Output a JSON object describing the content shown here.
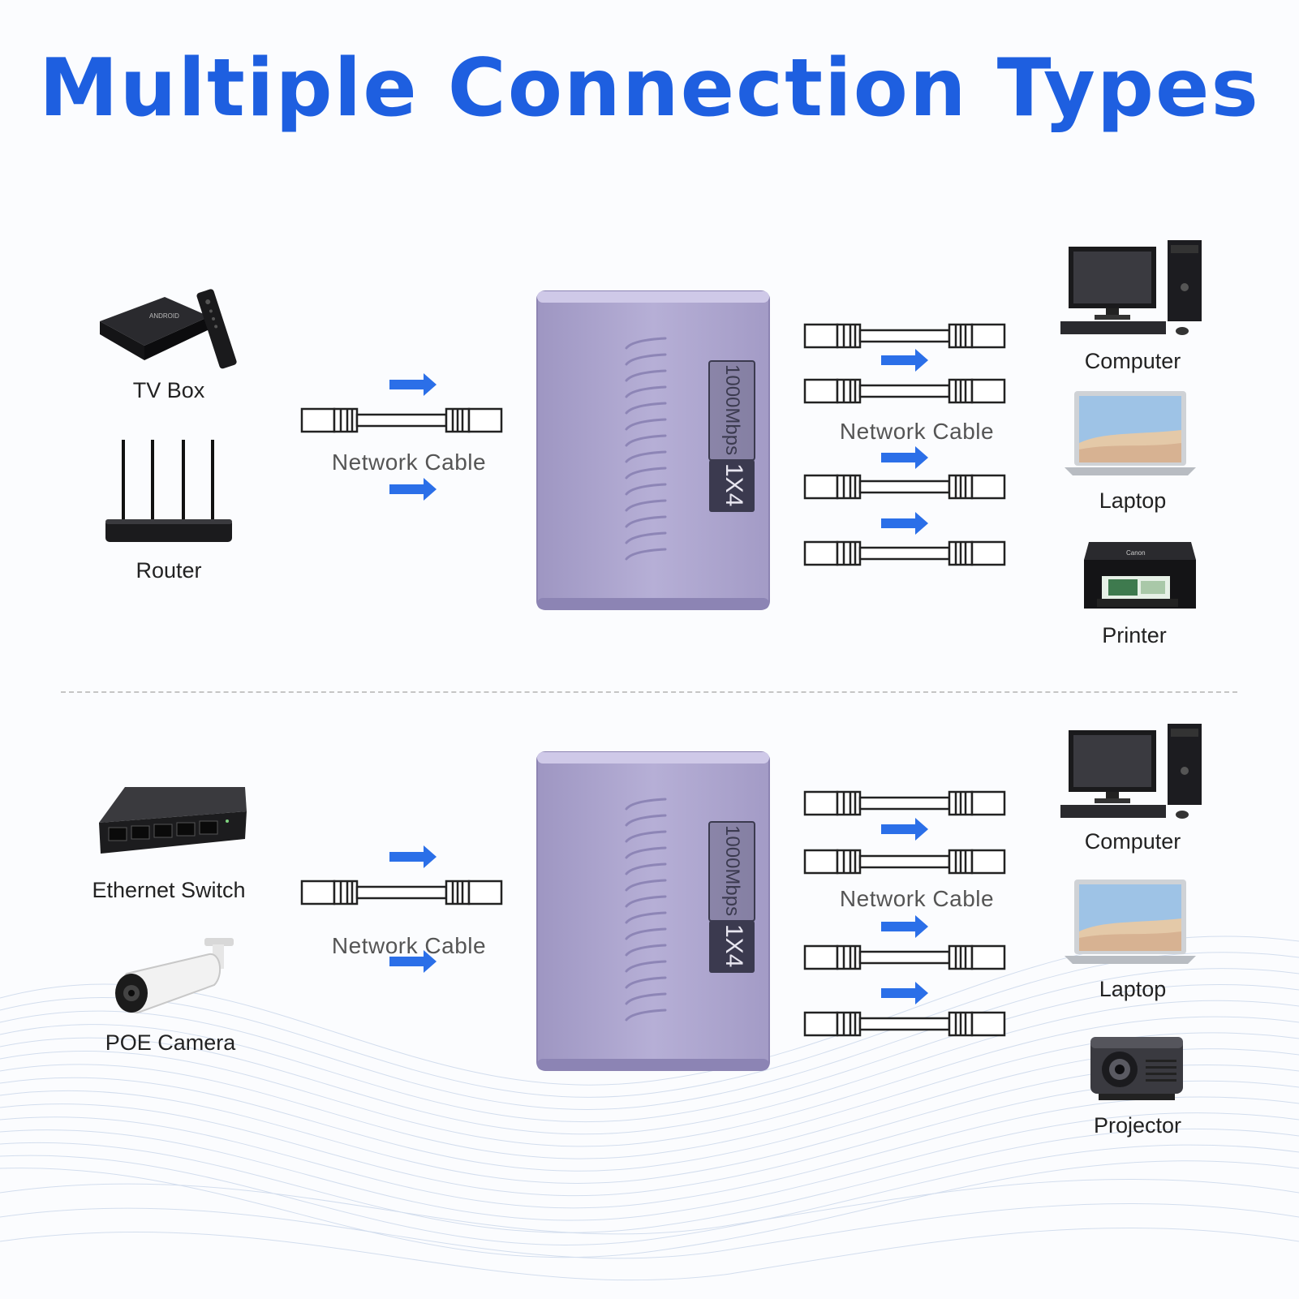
{
  "title": "Multiple Connection Types",
  "switch_label": "1000Mbps",
  "switch_model": "1X4",
  "cable_label": "Network Cable",
  "colors": {
    "title": "#1e5fe0",
    "arrow": "#2b6fe8",
    "switch_body": "#a79fc8",
    "label_box": "#3b3a4f"
  },
  "top": {
    "sources": [
      {
        "label": "TV Box",
        "icon": "tv-box-icon"
      },
      {
        "label": "Router",
        "icon": "router-icon"
      }
    ],
    "devices": [
      {
        "label": "Computer",
        "icon": "computer-icon"
      },
      {
        "label": "Laptop",
        "icon": "laptop-icon"
      },
      {
        "label": "Printer",
        "icon": "printer-icon"
      }
    ]
  },
  "bottom": {
    "sources": [
      {
        "label": "Ethernet Switch",
        "icon": "ethernet-switch-icon"
      },
      {
        "label": "POE Camera",
        "icon": "poe-camera-icon"
      }
    ],
    "devices": [
      {
        "label": "Computer",
        "icon": "computer-icon"
      },
      {
        "label": "Laptop",
        "icon": "laptop-icon"
      },
      {
        "label": "Projector",
        "icon": "projector-icon"
      }
    ]
  }
}
